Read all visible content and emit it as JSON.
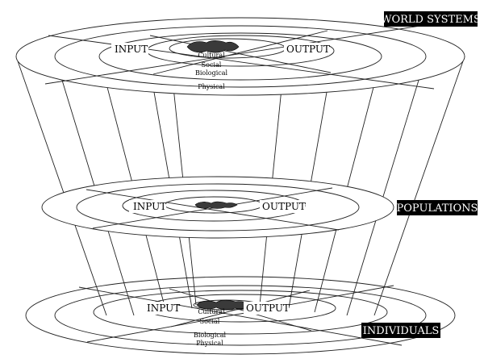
{
  "levels": {
    "world": "WORLD SYSTEMS",
    "populations": "POPULATIONS",
    "individuals": "INDIVIDUALS"
  },
  "top": {
    "input": "INPUT",
    "output": "OUTPUT",
    "rings": [
      "Cultural",
      "Social",
      "Biological",
      "Physical"
    ]
  },
  "middle": {
    "input": "INPUT",
    "output": "OUTPUT"
  },
  "bottom": {
    "input": "INPUT",
    "output": "OUTPUT",
    "rings": [
      "Cultural",
      "Social",
      "Biological",
      "Physical"
    ]
  },
  "colors": {
    "line": "#222222",
    "label_bg": "#000000",
    "label_text": "#ffffff"
  }
}
